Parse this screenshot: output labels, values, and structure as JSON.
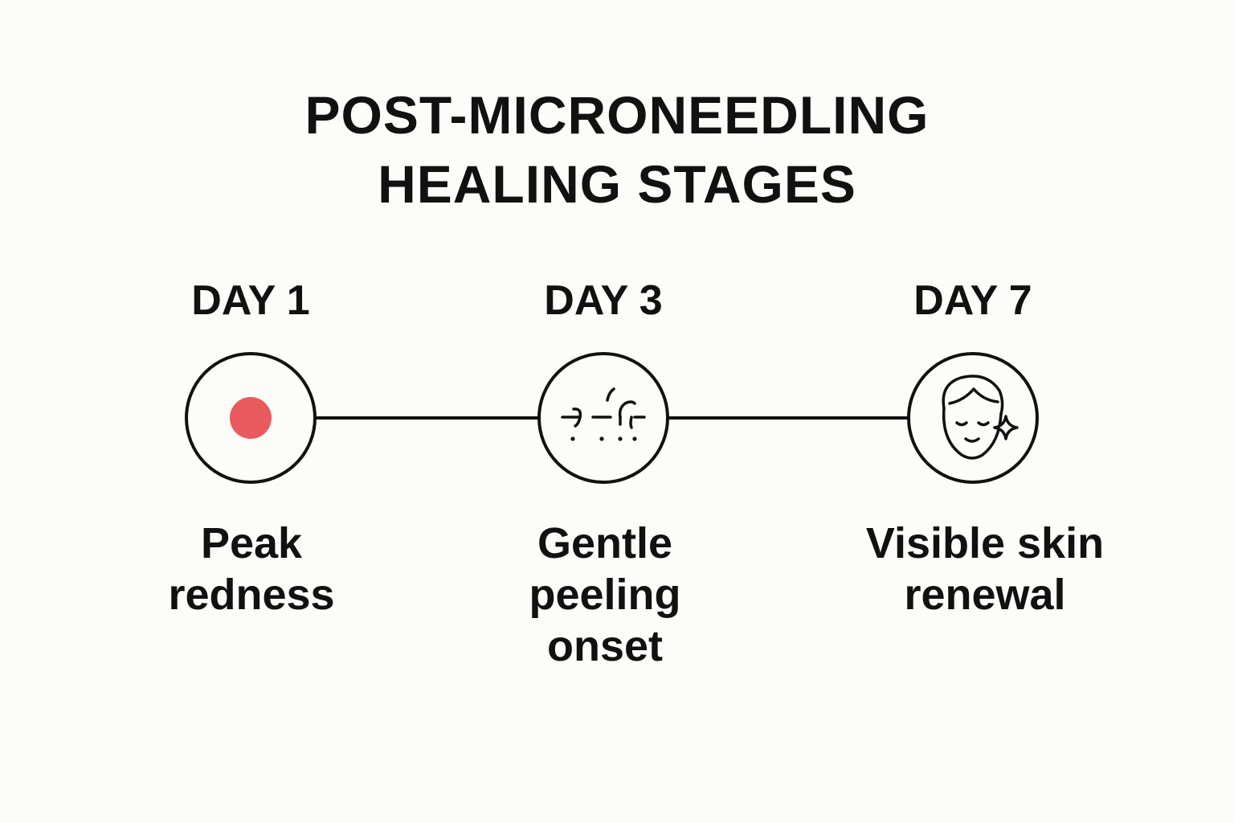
{
  "title": {
    "line1": "POST-MICRONEEDLING",
    "line2": "HEALING STAGES"
  },
  "colors": {
    "background": "#fcfcf9",
    "ink": "#111111",
    "redness_dot": "#e85a5e"
  },
  "stages": [
    {
      "day": "DAY 1",
      "description_lines": [
        "Peak",
        "redness"
      ],
      "icon": "red-dot-icon"
    },
    {
      "day": "DAY 3",
      "description_lines": [
        "Gentle",
        "peeling",
        "onset"
      ],
      "icon": "peeling-skin-icon"
    },
    {
      "day": "DAY 7",
      "description_lines": [
        "Visible skin",
        "renewal"
      ],
      "icon": "glowing-face-icon"
    }
  ]
}
